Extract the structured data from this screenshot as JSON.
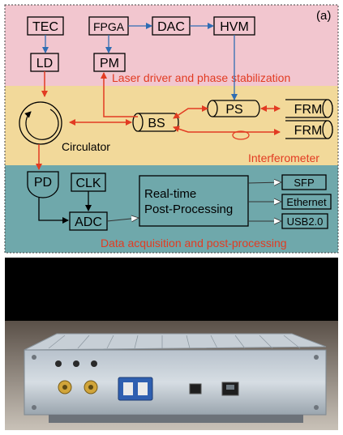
{
  "panel_label": "(a)",
  "colors": {
    "laser_region": "#f2c6cf",
    "interferometer_region": "#f2d99a",
    "daq_region": "#6fa8ab",
    "red_arrow": "#e23b22",
    "blue_arrow": "#2f6db3",
    "caption_text": "#e23b22"
  },
  "regions": {
    "laser": "Laser driver and phase stabilization",
    "interferometer": "Interferometer",
    "daq": "Data acquisition and post-processing"
  },
  "blocks": {
    "tec": "TEC",
    "ld": "LD",
    "fpga": "FPGA",
    "dac": "DAC",
    "hvm": "HVM",
    "pm": "PM",
    "bs": "BS",
    "ps": "PS",
    "frm1": "FRM",
    "frm2": "FRM",
    "circulator": "Circulator",
    "pd": "PD",
    "clk": "CLK",
    "adc": "ADC",
    "processing_line1": "Real-time",
    "processing_line2": "Post-Processing",
    "sfp": "SFP",
    "ethernet": "Ethernet",
    "usb": "USB2.0"
  },
  "photo": {
    "subject": "aluminum enclosure with SMA connectors, fiber adapter, USB and Ethernet ports"
  }
}
